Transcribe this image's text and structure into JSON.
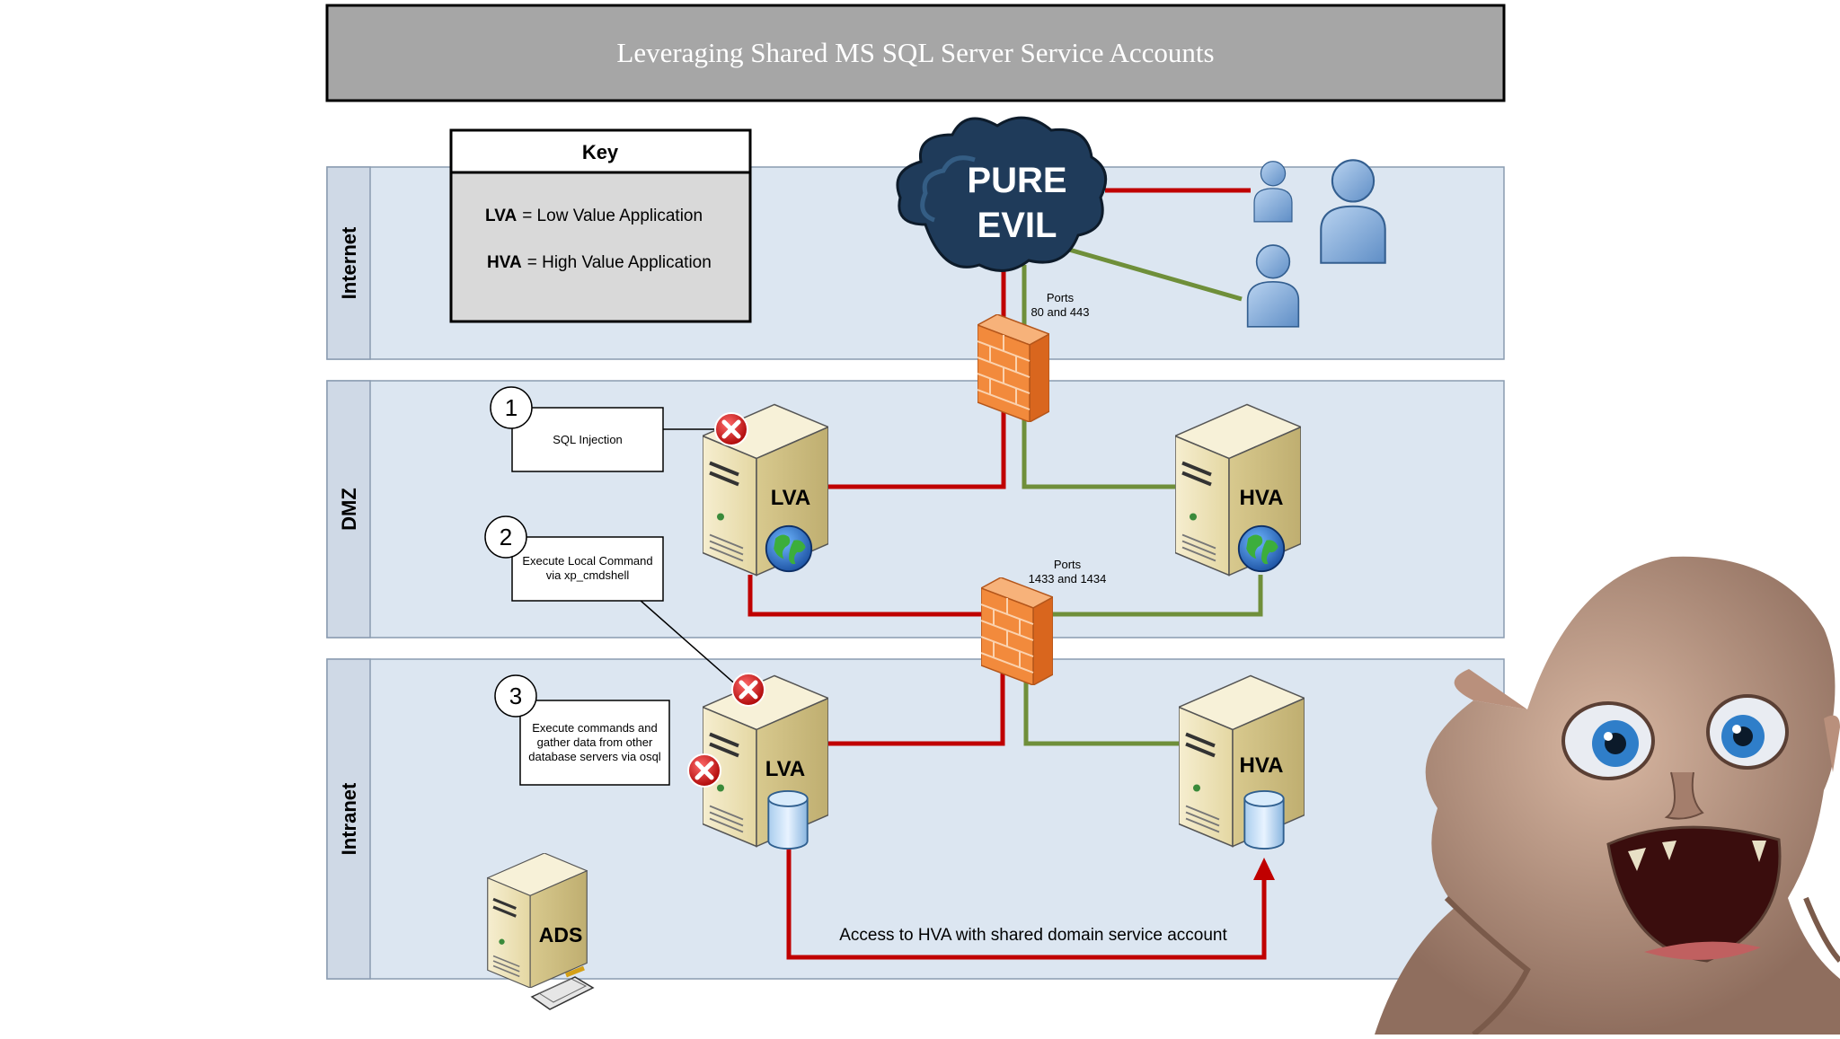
{
  "title": "Leveraging Shared MS SQL Server Service Accounts",
  "zones": {
    "internet": "Internet",
    "dmz": "DMZ",
    "intranet": "Intranet"
  },
  "key": {
    "heading": "Key",
    "lva_abbr": "LVA",
    "lva_def": "= Low Value Application",
    "hva_abbr": "HVA",
    "hva_def": "= High Value Application"
  },
  "cloud": {
    "line1": "PURE",
    "line2": "EVIL"
  },
  "ports": {
    "web_line1": "Ports",
    "web_line2": "80 and 443",
    "sql_line1": "Ports",
    "sql_line2": "1433 and 1434"
  },
  "servers": {
    "dmz_lva": "LVA",
    "dmz_hva": "HVA",
    "intranet_lva": "LVA",
    "intranet_hva": "HVA",
    "ads": "ADS"
  },
  "steps": [
    {
      "number": "1",
      "line1": "SQL Injection",
      "line2": "",
      "line3": ""
    },
    {
      "number": "2",
      "line1": "Execute Local Command",
      "line2": "via xp_cmdshell",
      "line3": ""
    },
    {
      "number": "3",
      "line1": "Execute commands and",
      "line2": "gather data from other",
      "line3": "database servers via osql"
    }
  ],
  "access_label": "Access to HVA with shared domain service account",
  "colors": {
    "attack": "#c00000",
    "legit": "#6f8f3a",
    "zone_fill": "#dce6f1",
    "header_fill": "#a6a6a6",
    "firewall": "#f28a3c",
    "server_body": "#ede3b8",
    "user": "#7fa7d6",
    "cloud": "#1f3b5a"
  }
}
